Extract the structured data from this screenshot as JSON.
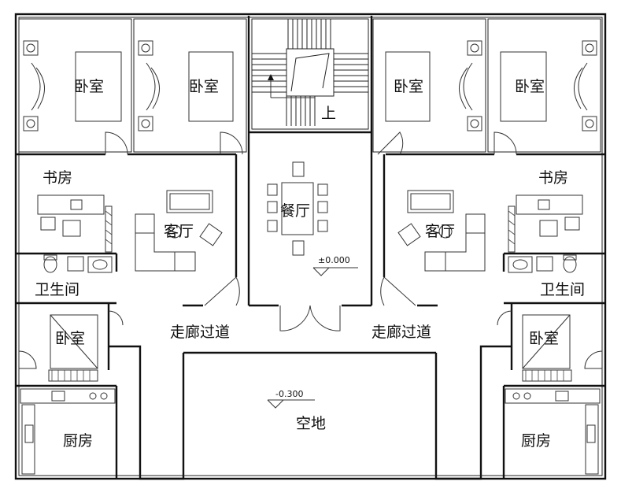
{
  "rooms": {
    "bedroom_1": "卧室",
    "bedroom_2": "卧室",
    "bedroom_3": "卧室",
    "bedroom_4": "卧室",
    "study_left": "书房",
    "study_right": "书房",
    "living_left": "客厅",
    "living_right": "客厅",
    "dining": "餐厅",
    "up": "上",
    "bath_left": "卫生间",
    "bath_right": "卫生间",
    "corridor_left": "走廊过道",
    "corridor_right": "走廊过道",
    "bedroom_small_left": "卧室",
    "bedroom_small_right": "卧室",
    "kitchen_left": "厨房",
    "kitchen_right": "厨房",
    "open_space": "空地"
  },
  "levels": {
    "floor": "±0.000",
    "yard": "-0.300"
  }
}
